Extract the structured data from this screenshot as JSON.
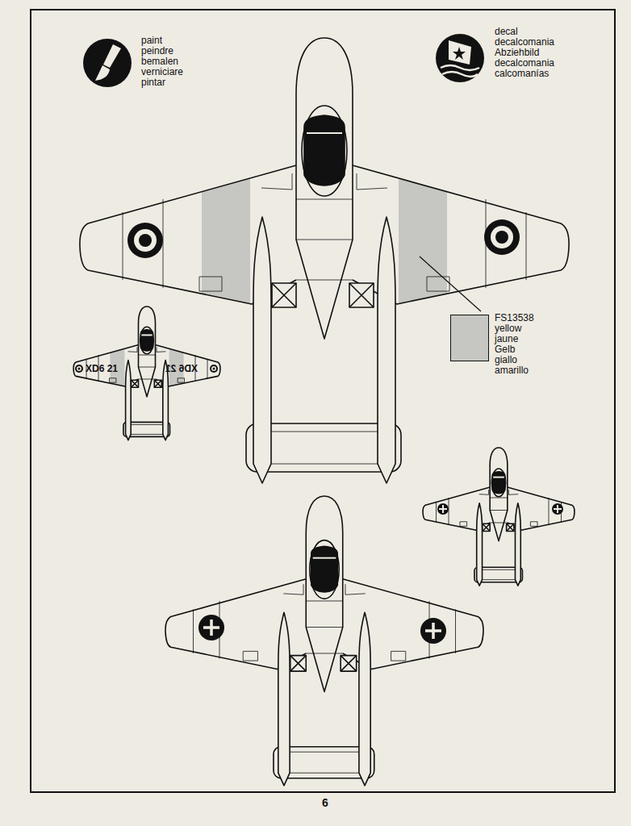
{
  "diagram": {
    "labels": [
      "paint peindre bemalen verniciare pintar",
      "decal decalcomania Abziehbild decalcomania calcomanías",
      "XD6 21",
      "XD6 21",
      "6"
    ],
    "legend": [
      {
        "text": "FS13538 yellow jaune Gelb giallo amarillo",
        "color": "#c6c6c2"
      }
    ]
  }
}
